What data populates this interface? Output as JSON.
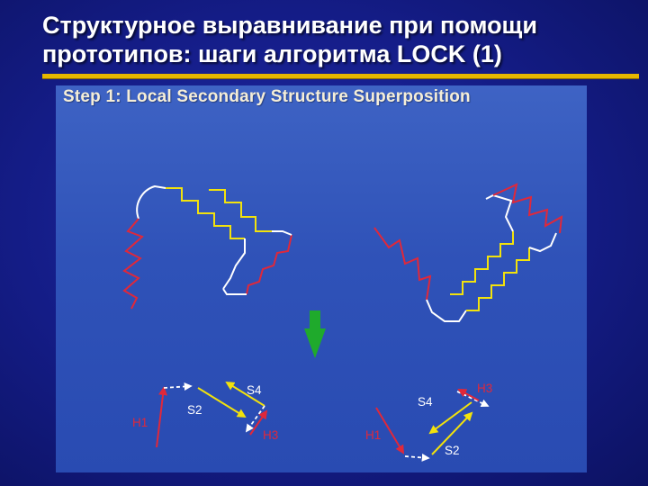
{
  "slide": {
    "title": "Структурное выравнивание при помощи прототипов: шаги алгоритма LOCK (1)"
  },
  "figure": {
    "heading": "Step 1: Local Secondary Structure Superposition",
    "colors": {
      "coil": "#ffffff",
      "strand": "#f2e20c",
      "helix": "#e0283a",
      "arrow": "#1faa2c",
      "title_rule": "#e6b700"
    },
    "left_schematic": {
      "labels": {
        "h1": "H1",
        "s2": "S2",
        "s4": "S4",
        "h3": "H3"
      }
    },
    "right_schematic": {
      "labels": {
        "h1": "H1",
        "s2": "S2",
        "s4": "S4",
        "h3": "H3"
      }
    }
  }
}
